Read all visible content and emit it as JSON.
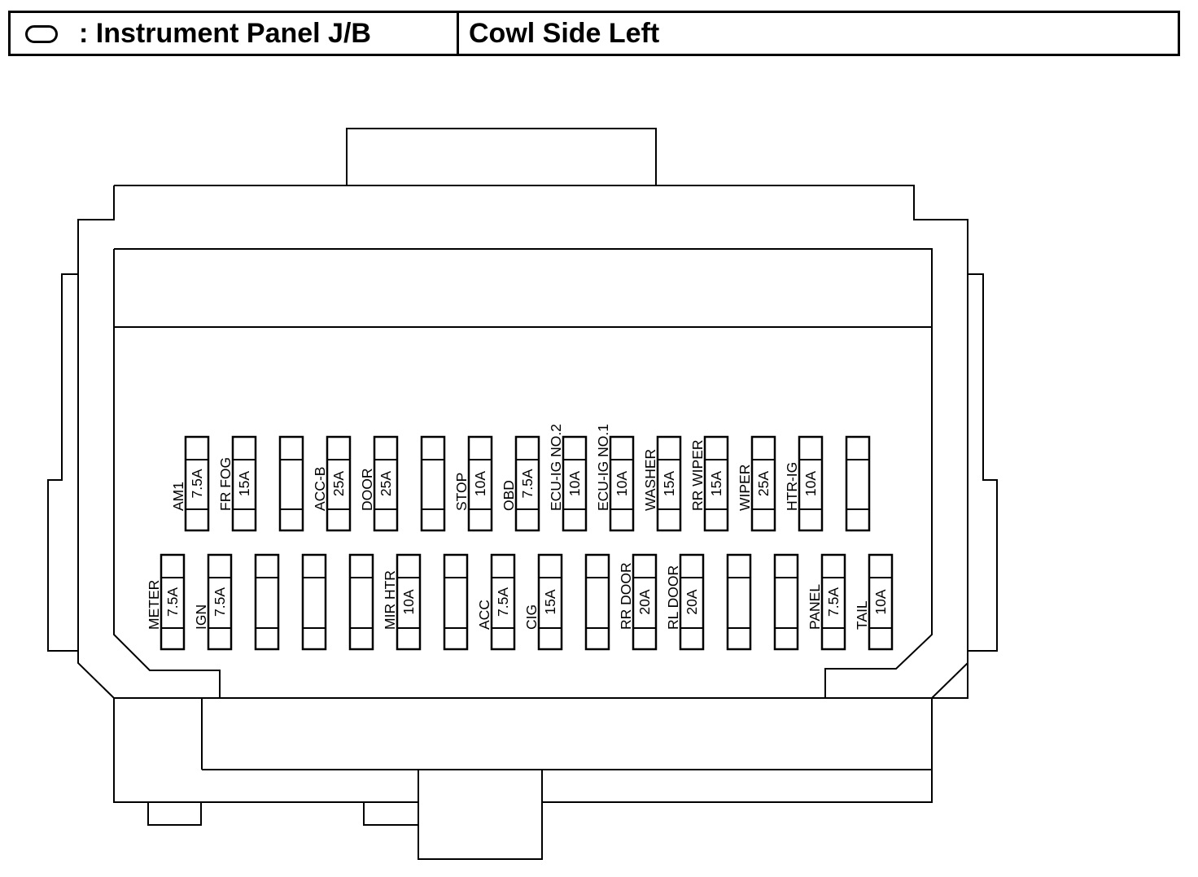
{
  "header": {
    "legend_symbol": "oval",
    "legend_text": ": Instrument Panel J/B",
    "location": "Cowl Side Left"
  },
  "fuses_top": [
    {
      "label": "AM1",
      "rating": "7.5A"
    },
    {
      "label": "FR FOG",
      "rating": "15A"
    },
    {
      "label": "",
      "rating": ""
    },
    {
      "label": "ACC-B",
      "rating": "25A"
    },
    {
      "label": "DOOR",
      "rating": "25A"
    },
    {
      "label": "",
      "rating": ""
    },
    {
      "label": "STOP",
      "rating": "10A"
    },
    {
      "label": "OBD",
      "rating": "7.5A"
    },
    {
      "label": "ECU-IG NO.2",
      "rating": "10A"
    },
    {
      "label": "ECU-IG NO.1",
      "rating": "10A"
    },
    {
      "label": "WASHER",
      "rating": "15A"
    },
    {
      "label": "RR WIPER",
      "rating": "15A"
    },
    {
      "label": "WIPER",
      "rating": "25A"
    },
    {
      "label": "HTR-IG",
      "rating": "10A"
    },
    {
      "label": "",
      "rating": ""
    }
  ],
  "fuses_bottom": [
    {
      "label": "METER",
      "rating": "7.5A"
    },
    {
      "label": "IGN",
      "rating": "7.5A"
    },
    {
      "label": "",
      "rating": ""
    },
    {
      "label": "",
      "rating": ""
    },
    {
      "label": "",
      "rating": ""
    },
    {
      "label": "MIR HTR",
      "rating": "10A"
    },
    {
      "label": "",
      "rating": ""
    },
    {
      "label": "ACC",
      "rating": "7.5A"
    },
    {
      "label": "CIG",
      "rating": "15A"
    },
    {
      "label": "",
      "rating": ""
    },
    {
      "label": "RR DOOR",
      "rating": "20A"
    },
    {
      "label": "RL DOOR",
      "rating": "20A"
    },
    {
      "label": "",
      "rating": ""
    },
    {
      "label": "",
      "rating": ""
    },
    {
      "label": "PANEL",
      "rating": "7.5A"
    },
    {
      "label": "TAIL",
      "rating": "10A"
    }
  ]
}
